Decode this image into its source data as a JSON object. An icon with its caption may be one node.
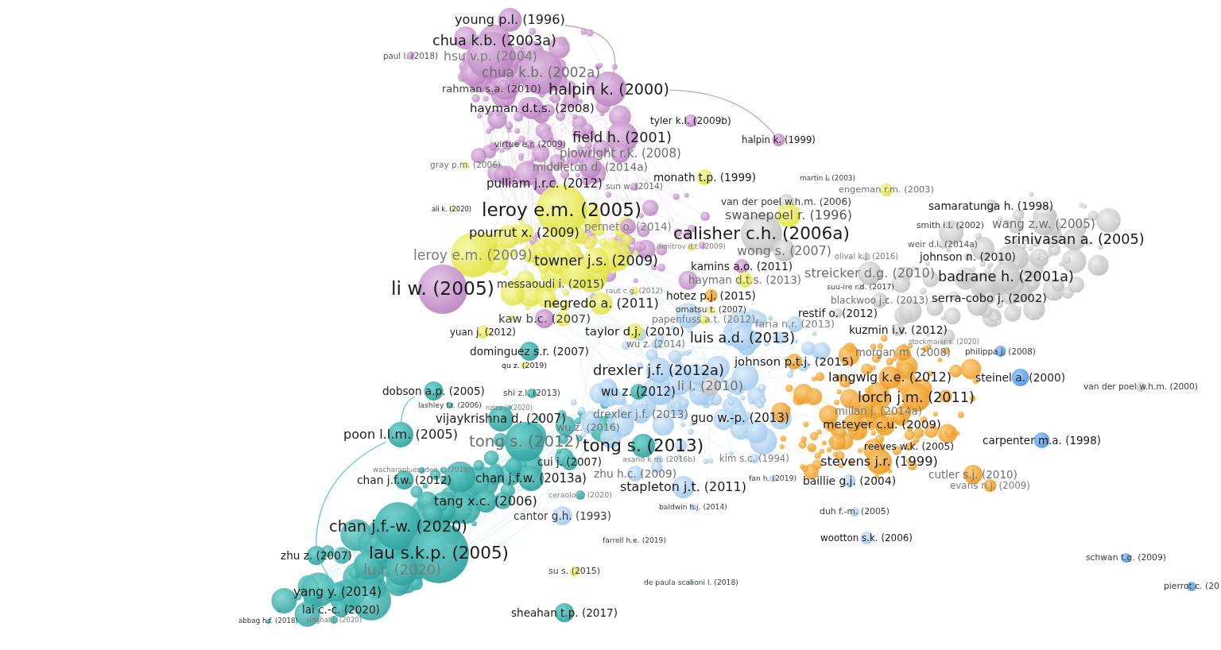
{
  "diagram": {
    "nodes": [
      {
        "text": [
          "young p.l. (1996)"
        ]
      },
      {
        "text": [
          "chua k.b. (2003a)"
        ]
      },
      {
        "text": [
          "paul l. (2018)"
        ]
      },
      {
        "text": [
          "hsu v.p. (2004)"
        ]
      },
      {
        "text": [
          "chua k.b. (2002a)"
        ]
      },
      {
        "text": [
          "rahman s.a. (2010)"
        ]
      },
      {
        "text": [
          "halpin k. (2000)"
        ]
      },
      {
        "text": [
          "hayman d.t.s. (2008)"
        ]
      },
      {
        "text": [
          "tyler k.l. (2009b)"
        ]
      },
      {
        "text": [
          "field h. (2001)"
        ]
      },
      {
        "text": [
          "halpin k. (1999)"
        ]
      },
      {
        "text": [
          "virtue e.r. (2009)"
        ]
      },
      {
        "text": [
          "plowright r.k. (2008)"
        ]
      },
      {
        "text": [
          "gray p.m. (2006)"
        ]
      },
      {
        "text": [
          "middleton d. (2014a)"
        ]
      },
      {
        "text": [
          "monath t.p. (1999)"
        ]
      },
      {
        "text": [
          "martin l. (2003)"
        ]
      },
      {
        "text": [
          "pulliam j.r.c. (2012)"
        ]
      },
      {
        "text": [
          "sun w. (2014)"
        ]
      },
      {
        "text": [
          "engeman r.m. (2003)"
        ]
      },
      {
        "text": [
          "van der poel w.h.m. (2006)"
        ]
      },
      {
        "text": [
          "samaratunga h. (1998)"
        ]
      },
      {
        "text": [
          "ali k. (2020)"
        ]
      },
      {
        "text": [
          "leroy e.m. (2005)"
        ]
      },
      {
        "text": [
          "swanepoel r. (1996)"
        ]
      },
      {
        "text": [
          "pernet o. (2014)"
        ]
      },
      {
        "text": [
          "smith i.l. (2002)"
        ]
      },
      {
        "text": [
          "wang z.w. (2005)"
        ]
      },
      {
        "text": [
          "pourrut x. (2009)"
        ]
      },
      {
        "text": [
          "calisher c.h. (2006a)"
        ]
      },
      {
        "text": [
          "srinivasan a. (2005)"
        ]
      },
      {
        "text": [
          "dimitrov d.t. (2009)"
        ]
      },
      {
        "text": [
          "weir d.l. (2014a)"
        ]
      },
      {
        "text": [
          "wong s. (2007)"
        ]
      },
      {
        "text": [
          "leroy e.m. (2009)"
        ]
      },
      {
        "text": [
          "olival k.j. (2016)"
        ]
      },
      {
        "text": [
          "johnson n. (2010)"
        ]
      },
      {
        "text": [
          "towner j.s. (2009)"
        ]
      },
      {
        "text": [
          "kamins a.o. (2011)"
        ]
      },
      {
        "text": [
          "streicker d.g. (2010)"
        ]
      },
      {
        "text": [
          "badrane h. (2001a)"
        ]
      },
      {
        "text": [
          "hayman d.t.s. (2013)"
        ]
      },
      {
        "text": [
          "messaoudi i. (2015)"
        ]
      },
      {
        "text": [
          "li w. (2005)"
        ]
      },
      {
        "text": [
          "suu-ire r.d. (2017)"
        ]
      },
      {
        "text": [
          "raut c.g. (2012)"
        ]
      },
      {
        "text": [
          "hotez p.j. (2015)"
        ]
      },
      {
        "text": [
          "serra-cobo j. (2002)"
        ]
      },
      {
        "text": [
          "blackwoo j.c. (2013)"
        ]
      },
      {
        "text": [
          "negredo a. (2011)"
        ]
      },
      {
        "text": [
          "omatsu t. (2007)"
        ]
      },
      {
        "text": [
          "restif o. (2012)"
        ]
      },
      {
        "text": [
          "kaw b.c. (2007)"
        ]
      },
      {
        "text": [
          "papenfuss a.t. (2012)"
        ]
      },
      {
        "text": [
          "yuan j. (2012)"
        ]
      },
      {
        "text": [
          "taylor d.j. (2010)"
        ]
      },
      {
        "text": [
          "faria n.r. (2013)"
        ]
      },
      {
        "text": [
          "kuzmin i.v. (2012)"
        ]
      },
      {
        "text": [
          "luis a.d. (2013)"
        ]
      },
      {
        "text": [
          "stockmaier s. (2020)"
        ]
      },
      {
        "text": [
          "wu z. (2014)"
        ]
      },
      {
        "text": [
          "dominguez s.r. (2007)"
        ]
      },
      {
        "text": [
          "philippa j. (2008)"
        ]
      },
      {
        "text": [
          "morgan m. (2008)"
        ]
      },
      {
        "text": [
          "johnson p.t.j. (2015)"
        ]
      },
      {
        "text": [
          "qu z. (2019)"
        ]
      },
      {
        "text": [
          "drexler j.f. (2012a)"
        ]
      },
      {
        "text": [
          "langwig k.e. (2012)"
        ]
      },
      {
        "text": [
          "steinel a. (2000)"
        ]
      },
      {
        "text": [
          "li l. (2010)"
        ]
      },
      {
        "text": [
          "van der poel w.h.m. (2000)"
        ]
      },
      {
        "text": [
          "dobson a.p. (2005)"
        ]
      },
      {
        "text": [
          "wu z. (2012)"
        ]
      },
      {
        "text": [
          "shi z.l. (2013)"
        ]
      },
      {
        "text": [
          "lorch j.m. (2011)"
        ]
      },
      {
        "text": [
          "lashley f.r. (2006)"
        ]
      },
      {
        "text": [
          "nziza j. (2020)"
        ]
      },
      {
        "text": [
          "millan j. (2014a)"
        ]
      },
      {
        "text": [
          "drexler j.f. (2013)"
        ]
      },
      {
        "text": [
          "vijaykrishna d. (2007)"
        ]
      },
      {
        "text": [
          "guo w.-p. (2013)"
        ]
      },
      {
        "text": [
          "meteyer c.u. (2009)"
        ]
      },
      {
        "text": [
          "wu z. (2016)"
        ]
      },
      {
        "text": [
          "poon l.l.m. (2005)"
        ]
      },
      {
        "text": [
          "carpenter m.a. (1998)"
        ]
      },
      {
        "text": [
          "tong s. (2012)"
        ]
      },
      {
        "text": [
          "tong s. (2013)"
        ]
      },
      {
        "text": [
          "reeves w.k. (2005)"
        ]
      },
      {
        "text": [
          "asano k.m. (2016b)"
        ]
      },
      {
        "text": [
          "kim s.c. (1994)"
        ]
      },
      {
        "text": [
          "cui j. (2007)"
        ]
      },
      {
        "text": [
          "stevens j.r. (1999)"
        ]
      },
      {
        "text": [
          "wacharapluesadee s. (2018)"
        ]
      },
      {
        "text": [
          "zhu h.c. (2009)"
        ]
      },
      {
        "text": [
          "chan j.f.w. (2013a)"
        ]
      },
      {
        "text": [
          "fan h. (2019)"
        ]
      },
      {
        "text": [
          "chan j.f.w. (2012)"
        ]
      },
      {
        "text": [
          "baillie g.j. (2004)"
        ]
      },
      {
        "text": [
          "cutler s.j. (2010)"
        ]
      },
      {
        "text": [
          "evans n.j. (2009)"
        ]
      },
      {
        "text": [
          "stapleton j.t. (2011)"
        ]
      },
      {
        "text": [
          "ceraolo c. (2020)"
        ]
      },
      {
        "text": [
          "tang x.c. (2006)"
        ]
      },
      {
        "text": [
          "baldwin h.j. (2014)"
        ]
      },
      {
        "text": [
          "duh f.-m. (2005)"
        ]
      },
      {
        "text": [
          "cantor g.h. (1993)"
        ]
      },
      {
        "text": [
          "chan j.f.-w. (2020)"
        ]
      },
      {
        "text": [
          "wootton s.k. (2006)"
        ]
      },
      {
        "text": [
          "farrell h.e. (2019)"
        ]
      },
      {
        "text": [
          "lau s.k.p. (2005)"
        ]
      },
      {
        "text": [
          "zhu z. (2007)"
        ]
      },
      {
        "text": [
          "schwan t.g. (2009)"
        ]
      },
      {
        "text": [
          "lu r. (2020)"
        ]
      },
      {
        "text": [
          "su s. (2015)"
        ]
      },
      {
        "text": [
          "de paula scalioni l. (2018)"
        ]
      },
      {
        "text": [
          "pierrot c. (20"
        ]
      },
      {
        "text": [
          "yang y. (2014)"
        ]
      },
      {
        "text": [
          "lai c.-c. (2020)"
        ]
      },
      {
        "text": [
          "sheahan t.p. (2017)"
        ]
      },
      {
        "text": [
          "singhal t. (2020)"
        ]
      },
      {
        "text": [
          "abbag h.f. (2018)"
        ]
      }
    ],
    "edges": [
      {
        "from": 83,
        "to": 110,
        "arrow": "none"
      },
      {
        "from": 110,
        "to": 116,
        "arrow": "none"
      },
      {
        "from": 71,
        "to": 83,
        "arrow": "none"
      },
      {
        "from": 0,
        "to": 6,
        "arrow": "none",
        "color": "#c9a0cc"
      },
      {
        "from": 6,
        "to": 10,
        "arrow": "none",
        "color": "#c9a0cc"
      }
    ]
  }
}
